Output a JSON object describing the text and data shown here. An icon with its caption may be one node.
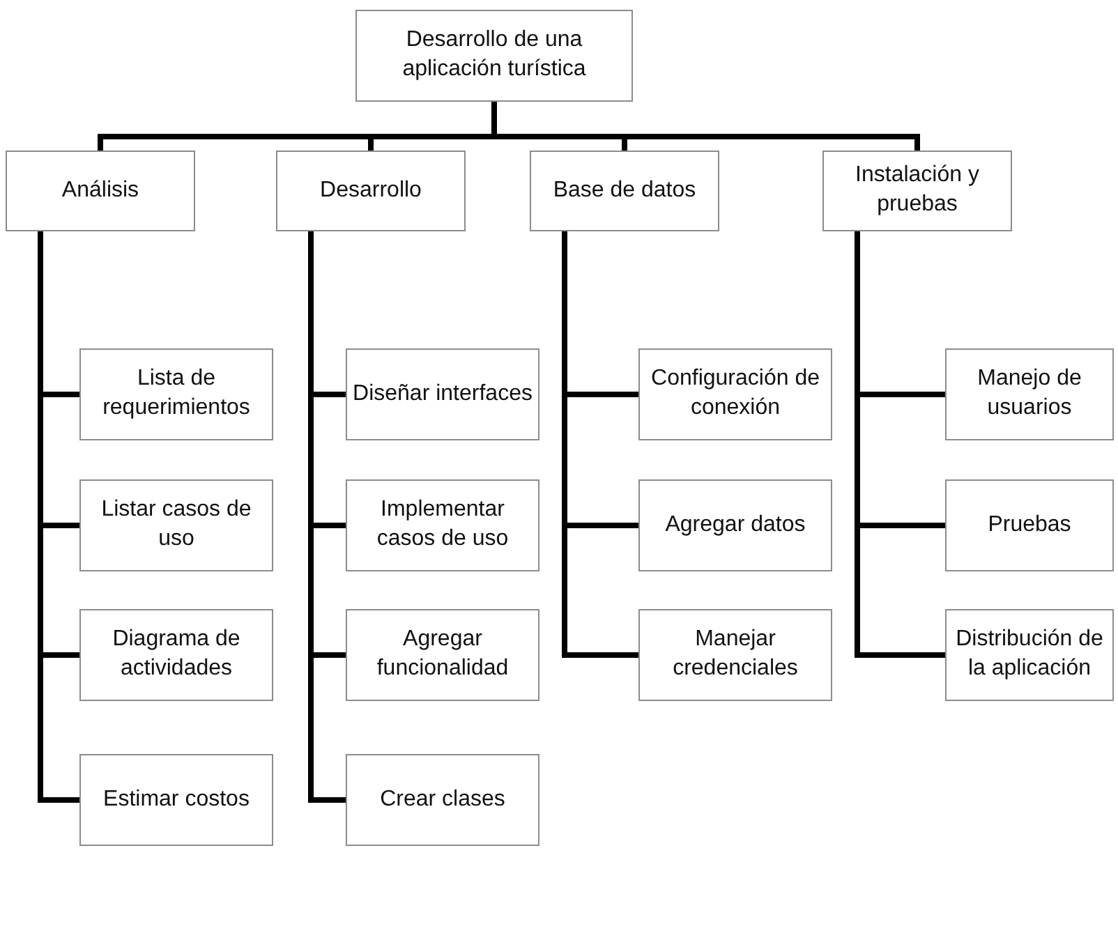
{
  "diagram": {
    "nodes": [
      {
        "text": [
          "Desarrollo de una aplicación turística"
        ]
      },
      {
        "text": [
          "Análisis"
        ]
      },
      {
        "text": [
          "Lista de requerimientos"
        ]
      },
      {
        "text": [
          "Listar casos de uso"
        ]
      },
      {
        "text": [
          "Diagrama de actividades"
        ]
      },
      {
        "text": [
          "Estimar costos"
        ]
      },
      {
        "text": [
          "Desarrollo"
        ]
      },
      {
        "text": [
          "Diseñar interfaces"
        ]
      },
      {
        "text": [
          "Implementar casos de uso"
        ]
      },
      {
        "text": [
          "Agregar funcionalidad"
        ]
      },
      {
        "text": [
          "Crear clases"
        ]
      },
      {
        "text": [
          "Base de datos"
        ]
      },
      {
        "text": [
          "Configuración de conexión"
        ]
      },
      {
        "text": [
          "Agregar datos"
        ]
      },
      {
        "text": [
          "Manejar credenciales"
        ]
      },
      {
        "text": [
          "Instalación y pruebas"
        ]
      },
      {
        "text": [
          "Manejo de usuarios"
        ]
      },
      {
        "text": [
          "Pruebas"
        ]
      },
      {
        "text": [
          "Distribución de la aplicación"
        ]
      }
    ],
    "edges": [
      {
        "from": 0,
        "to": 1,
        "arrow": "none"
      },
      {
        "from": 0,
        "to": 6,
        "arrow": "none"
      },
      {
        "from": 0,
        "to": 11,
        "arrow": "none"
      },
      {
        "from": 0,
        "to": 15,
        "arrow": "none"
      },
      {
        "from": 1,
        "to": 2,
        "arrow": "none"
      },
      {
        "from": 1,
        "to": 3,
        "arrow": "none"
      },
      {
        "from": 1,
        "to": 4,
        "arrow": "none"
      },
      {
        "from": 1,
        "to": 5,
        "arrow": "none"
      },
      {
        "from": 6,
        "to": 7,
        "arrow": "none"
      },
      {
        "from": 6,
        "to": 8,
        "arrow": "none"
      },
      {
        "from": 6,
        "to": 9,
        "arrow": "none"
      },
      {
        "from": 6,
        "to": 10,
        "arrow": "none"
      },
      {
        "from": 11,
        "to": 12,
        "arrow": "none"
      },
      {
        "from": 11,
        "to": 13,
        "arrow": "none"
      },
      {
        "from": 11,
        "to": 14,
        "arrow": "none"
      },
      {
        "from": 15,
        "to": 16,
        "arrow": "none"
      },
      {
        "from": 15,
        "to": 17,
        "arrow": "none"
      },
      {
        "from": 15,
        "to": 18,
        "arrow": "none"
      }
    ]
  }
}
